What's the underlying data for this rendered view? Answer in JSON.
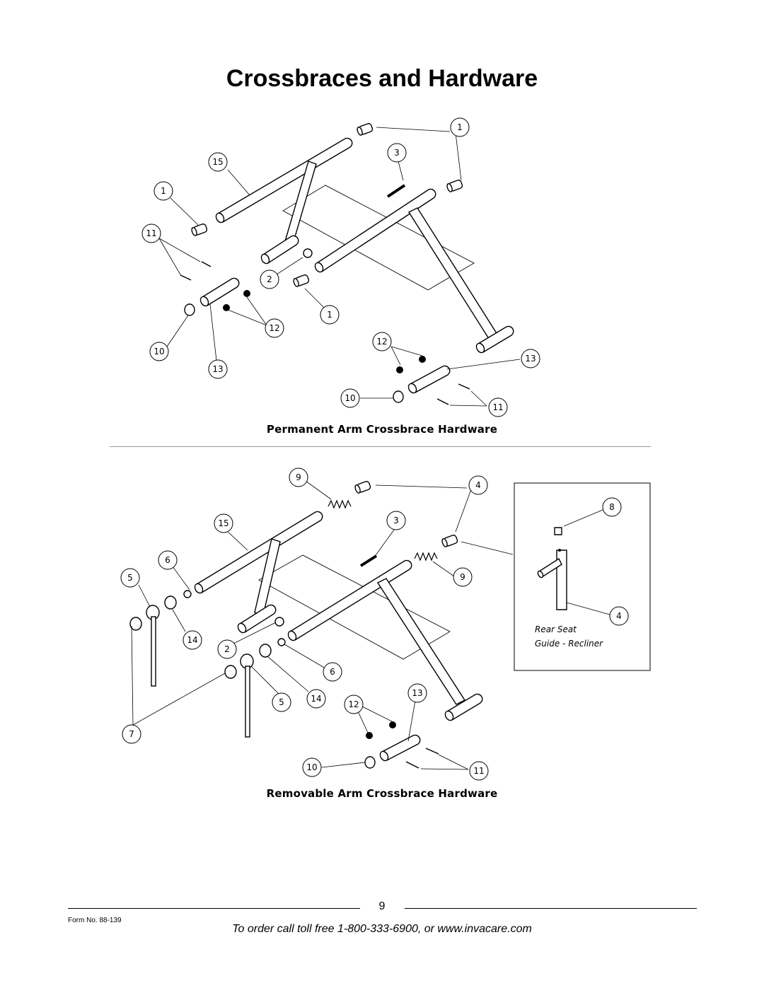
{
  "page": {
    "title": "Crossbraces and Hardware",
    "page_number": "9",
    "form_number": "Form No. 88-139",
    "order_line": "To order call toll free 1-800-333-6900, or www.invacare.com"
  },
  "figure_permanent": {
    "caption": "Permanent Arm Crossbrace Hardware",
    "callouts": [
      "1",
      "15",
      "3",
      "1",
      "11",
      "2",
      "1",
      "12",
      "10",
      "13",
      "12",
      "13",
      "10",
      "11"
    ]
  },
  "figure_removable": {
    "caption": "Removable Arm Crossbrace Hardware",
    "callouts": [
      "9",
      "4",
      "15",
      "3",
      "6",
      "5",
      "9",
      "14",
      "2",
      "6",
      "5",
      "14",
      "12",
      "13",
      "7",
      "10",
      "11"
    ],
    "inset": {
      "callouts": [
        "8",
        "4"
      ],
      "label_line1": "Rear Seat",
      "label_line2": "Guide - Recliner"
    }
  }
}
